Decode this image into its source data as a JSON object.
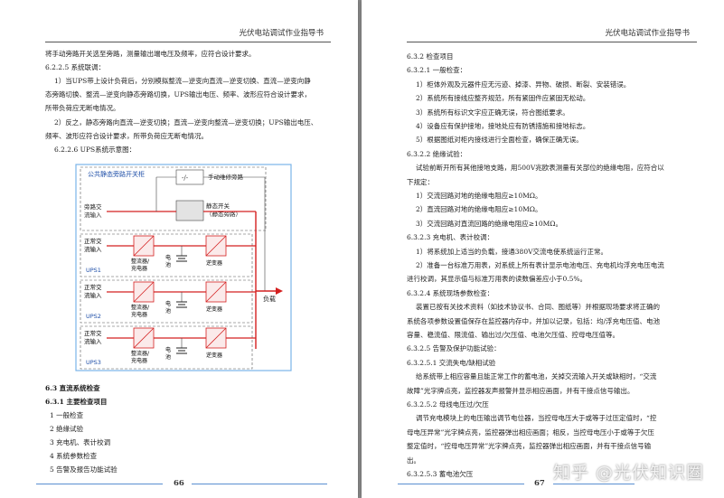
{
  "header": {
    "left_title": "光伏电站调试作业指导书",
    "right_title": "光伏电站调试作业指导书"
  },
  "left_page": {
    "lines": [
      "将手动旁路开关选至旁路，测量输出端电压及频率，应符合设计要求。",
      "6.2.2.5 系统联调：",
      "1）当UPS带上设计负荷后，分别模拟整流—逆变向直流—逆变切换、直流—逆变向静",
      "态旁路切换、整流—逆变向静态旁路切换，UPS输出电压、频率、波形应符合设计要求，",
      "所带负荷应无断电情况。",
      "2）反之，静态旁路向直流—逆变切换；直流—逆变向整流—逆变切换；UPS输出电压、",
      "频率、波形应符合设计要求，所带负荷应无断电情况。",
      "6.2.2.6 UPS系统示意图："
    ],
    "section_63": "6.3 直流系统检查",
    "section_631": "6.3.1 主要检查项目",
    "items": [
      "1 一般检查",
      "2 绝缘试验",
      "3 充电机、表计校调",
      "4 系统参数检查",
      "5 告警及报告功能试验"
    ],
    "page_number": "66"
  },
  "diagram": {
    "static_cabinet": "公共静态旁路开关柜",
    "manual_switch": "手动维修旁路",
    "static_switch_l1": "静态开关",
    "static_switch_l2": "（静态旁路）",
    "bypass_in_l1": "旁路交",
    "bypass_in_l2": "流输入",
    "normal_in_l1": "正常交",
    "normal_in_l2": "流输入",
    "rectifier_l1": "整流器/",
    "rectifier_l2": "充电器",
    "battery_l1": "电",
    "battery_l2": "池",
    "inverter": "逆变器",
    "load": "负载",
    "ups_labels": [
      "UPS1",
      "UPS2",
      "UPS3"
    ]
  },
  "right_page": {
    "lines": [
      "6.3.2 检查项目",
      "6.3.2.1 一般检查：",
      "1）柜体外观及元器件应无污迹、掉漆、异物、破损、断裂、安装错误。",
      "2）系统所有接线应整齐规范，所有紧固件应紧固无松动。",
      "3）系统所有标识文字应正确无误，符合图纸要求。",
      "4）设备应有保护接地，接地处应有防锈措施和接地标志。",
      "5）根据图纸对柜内接线进行全面检查，确保正确无误。",
      "6.3.2.2 绝缘试验：",
      "试验前断开所有其他接地支路，用500V兆欧表测量有关部位的绝缘电阻，应符合以",
      "下规定：",
      "1）交流回路对地的绝缘电阻应≥10MΩ。",
      "2）直流回路对地的绝缘电阻应≥10MΩ。",
      "3）交流回路对直流回路的绝缘电阻应≥10MΩ。",
      "6.3.2.3 充电机、表计校调：",
      "1）将系统加上适当的负载，接通380V交流电使系统运行正常。",
      "2）准备一台标准万用表，对系统上所有表计显示电池电压、充电机均浮充电压电流",
      "进行校调，其显示值与标准万用表的读数偏差应小于0.5%。",
      "6.3.2.4 系统现场参数检查：",
      "装置已按有关技术资料（如技术协议书、合同、图纸等）并根据现场要求将正确的",
      "系统各项参数设置值保存在监控器内存中，并加以记录，包括：均/浮充电压值、电池",
      "容量、稳流值、限流值、输出过/欠压值、电池欠压值、控母电压值等。",
      "6.3.2.5 告警及保护功能试验：",
      "6.3.2.5.1 交流失电/缺相试验",
      "给系统带上相应容量且能正常工作的蓄电池，关掉交流输入开关或缺相时，“交流",
      "故障”光字牌点亮，监控器发声报警并显示相应画面，并有干接点信号输出。",
      "6.3.2.5.2 母线电压过/欠压",
      "调节充电模块上的电压输出调节电位器，当控母电压大于或等于过压定值时，“控",
      "母电压异常”光字牌点亮，监控器弹出相应画面；相反，当控母电压小于或等于欠压",
      "整定值时，“控母电压异常”光字牌点亮，监控器弹出相应画面，并有干接点信号输",
      "出。",
      "6.3.2.5.3 蓄电池欠压"
    ],
    "page_number": "67"
  },
  "watermark": "知乎 @光伏知识圈",
  "colors": {
    "red_line": "#d42020",
    "box_border": "#7ab3e8",
    "blue_text": "#1f4fa8"
  }
}
